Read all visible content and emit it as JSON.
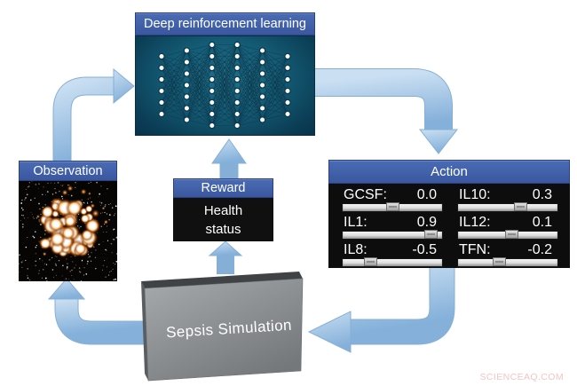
{
  "drl": {
    "title": "Deep reinforcement learning",
    "network_columns": [
      6,
      7,
      8,
      8,
      7,
      6
    ]
  },
  "observation": {
    "title": "Observation",
    "image": "fluorescent-cell-cluster-on-noisy-black"
  },
  "reward": {
    "title": "Reward",
    "body": "Health\nstatus"
  },
  "action": {
    "title": "Action",
    "slider_range": [
      -1,
      1
    ],
    "sliders": [
      {
        "label": "GCSF:",
        "value": 0.0,
        "display": "0.0"
      },
      {
        "label": "IL10:",
        "value": 0.3,
        "display": "0.3"
      },
      {
        "label": "IL1:",
        "value": 0.9,
        "display": "0.9"
      },
      {
        "label": "IL12:",
        "value": 0.1,
        "display": "0.1"
      },
      {
        "label": "IL8:",
        "value": -0.5,
        "display": "-0.5"
      },
      {
        "label": "TFN:",
        "value": -0.2,
        "display": "-0.2"
      }
    ]
  },
  "simulation": {
    "title": "Sepsis Simulation"
  },
  "watermark": "SCIENCEAQ.COM",
  "colors": {
    "header_blue": "#3e5fa8",
    "arrow_blue_light": "#cadff2",
    "arrow_blue": "#8ab4dc",
    "network_teal": "#145b74",
    "panel_black": "#0d0d0d",
    "sepsis_gray": "#8f9295",
    "watermark_pink": "#f2c6c6"
  }
}
